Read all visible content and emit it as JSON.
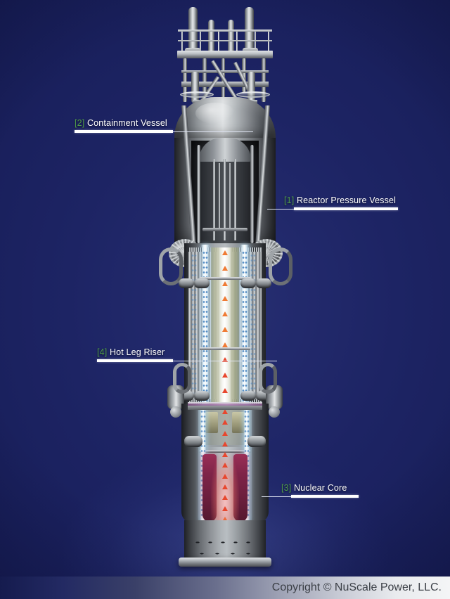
{
  "image": {
    "subject": "NuScale Power Module reactor cutaway diagram",
    "background_color": "#1b2160",
    "accent_number_color": "#4f9b4a",
    "label_text_color": "#ffffff"
  },
  "labels": [
    {
      "id": "containment-vessel",
      "number": "[2]",
      "text": "Containment Vessel",
      "side": "left"
    },
    {
      "id": "reactor-pressure-vessel",
      "number": "[1]",
      "text": "Reactor Pressure Vessel",
      "side": "right"
    },
    {
      "id": "hot-leg-riser",
      "number": "[4]",
      "text": "Hot Leg Riser",
      "side": "left"
    },
    {
      "id": "nuclear-core",
      "number": "[3]",
      "text": "Nuclear Core",
      "side": "right"
    }
  ],
  "footer": {
    "copyright": "Copyright © NuScale Power, LLC."
  }
}
